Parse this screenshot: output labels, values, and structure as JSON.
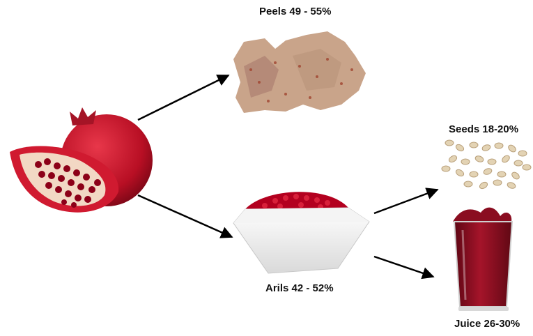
{
  "labels": {
    "peels": "Peels 49 - 55%",
    "seeds": "Seeds 18-20%",
    "arils": "Arils 42 - 52%",
    "juice": "Juice 26-30%"
  },
  "colors": {
    "pomegranate_red": "#c0122a",
    "aril_red": "#b3001f",
    "peel_tan": "#c9a48a",
    "seed_cream": "#e3d3b4",
    "juice_red": "#8a0d20",
    "arrow": "#000000"
  }
}
